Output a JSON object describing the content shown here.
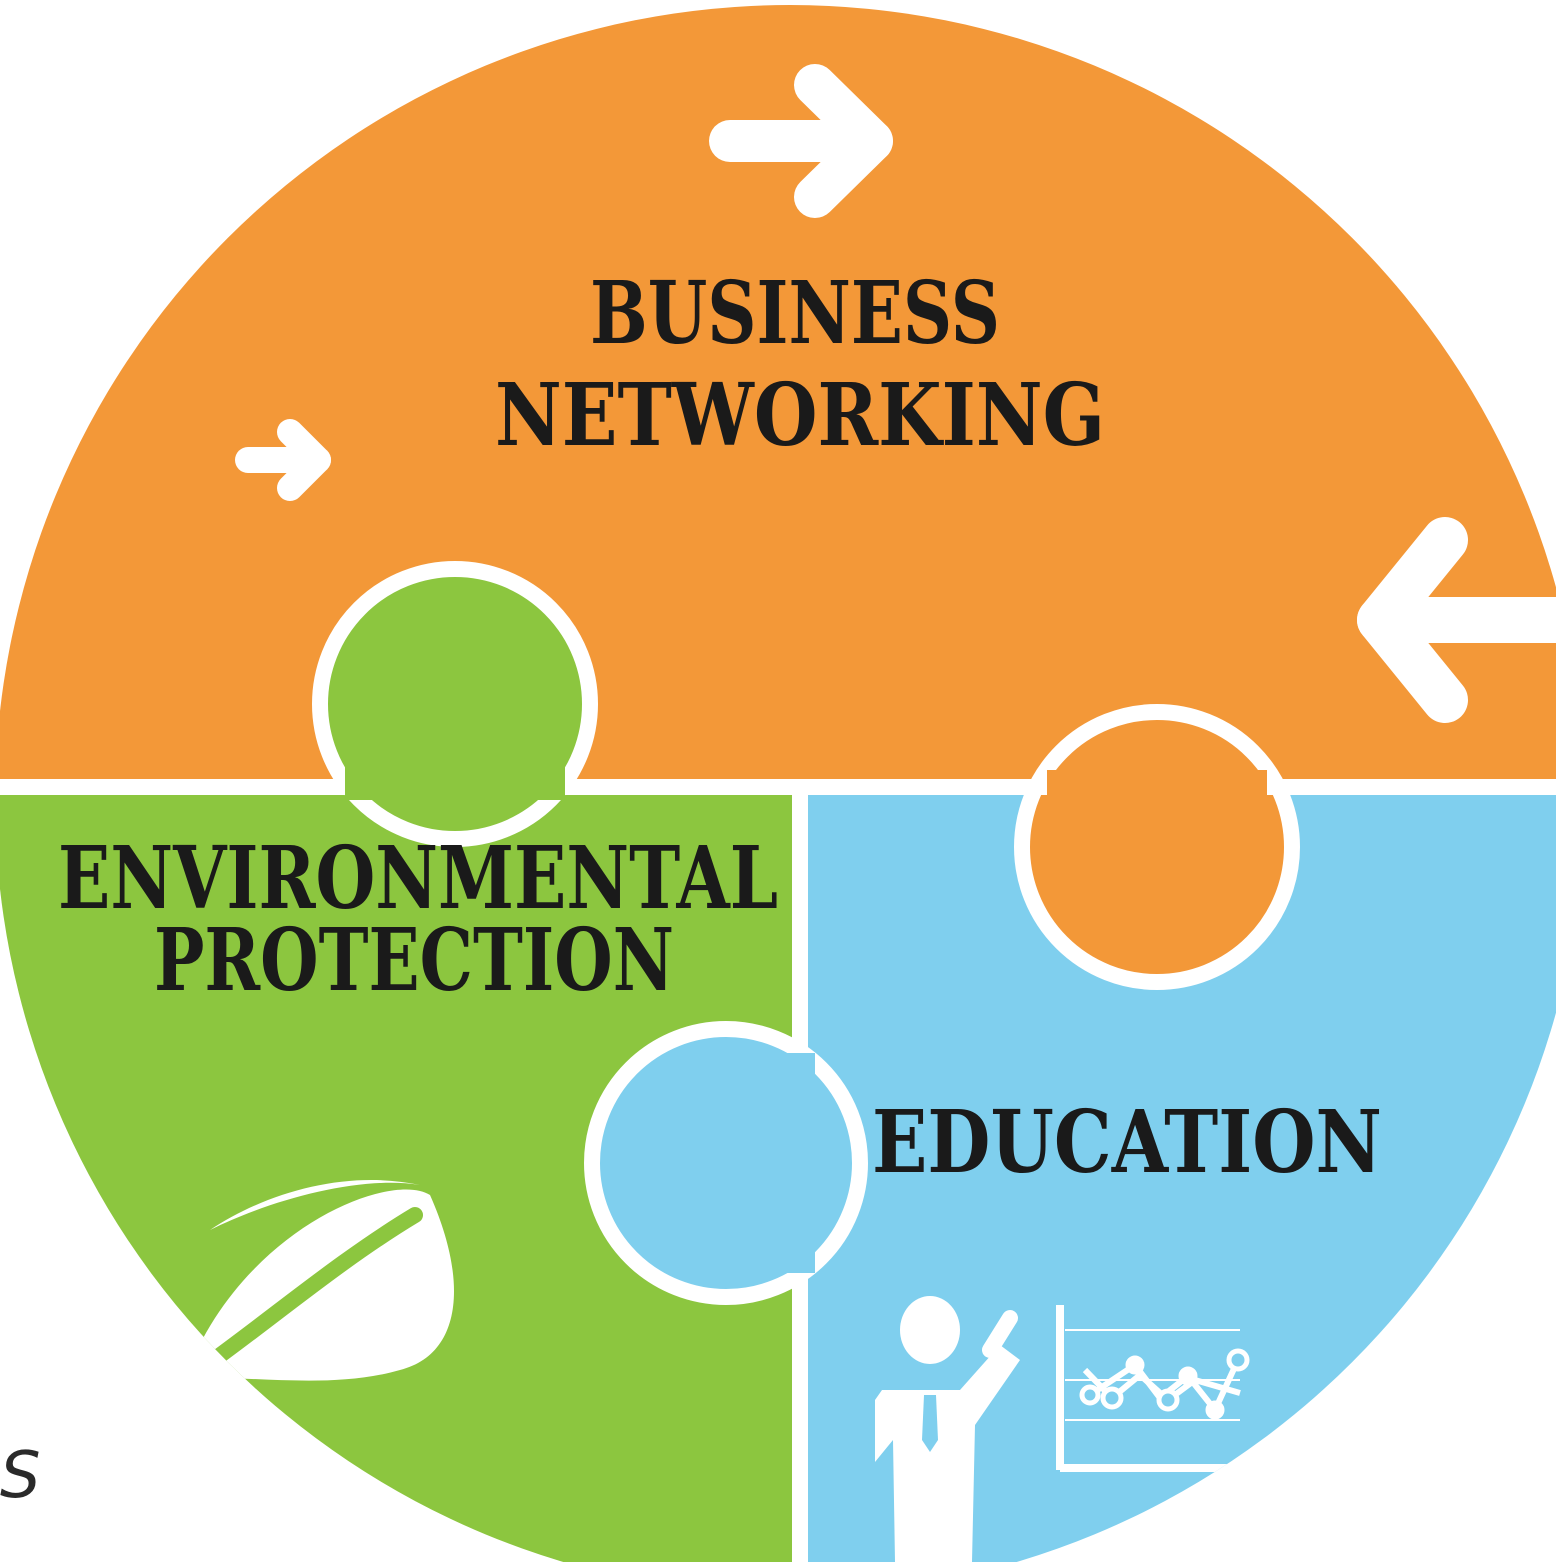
{
  "pieces": {
    "business": {
      "line1": "BUSINESS",
      "line2": "NETWORKING",
      "color": "#f39838"
    },
    "environment": {
      "line1": "ENVIRONMENTAL",
      "line2": "PROTECTION",
      "color": "#8cc63f"
    },
    "education": {
      "line1": "EDUCATION",
      "color": "#7fcfee"
    }
  },
  "gap_color": "#ffffff",
  "icon_color": "#ffffff",
  "icons": [
    "arrow-right-icon",
    "arrow-left-icon",
    "leaf-icon",
    "presenter-icon",
    "line-chart-board-icon"
  ],
  "edge_text": "S"
}
